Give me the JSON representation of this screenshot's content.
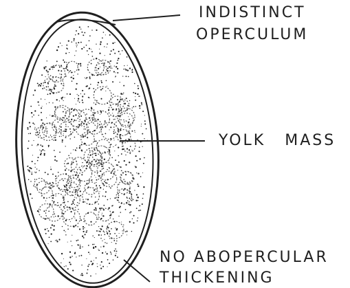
{
  "labels": {
    "operculum_line1": "INDISTINCT",
    "operculum_line2": "OPERCULUM",
    "yolk": "YOLK  MASS",
    "abopercular_line1": "NO  ABOPERCULAR",
    "abopercular_line2": "THICKENING"
  },
  "colors": {
    "ink": "#1f1f1f",
    "paper": "#ffffff"
  }
}
